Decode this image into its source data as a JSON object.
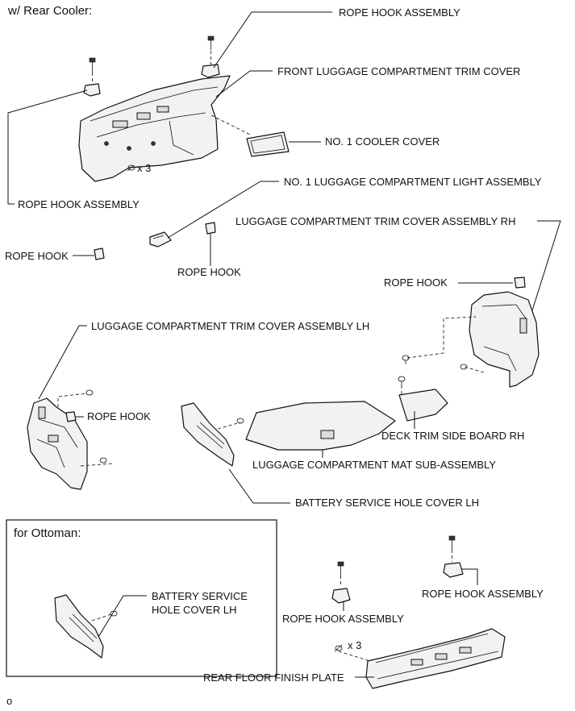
{
  "header": {
    "title": "w/ Rear Cooler:"
  },
  "inset": {
    "title": "for Ottoman:"
  },
  "labels": {
    "rope_hook_assembly_top": "ROPE HOOK ASSEMBLY",
    "front_luggage_trim_cover": "FRONT LUGGAGE COMPARTMENT TRIM COVER",
    "no1_cooler_cover": "NO. 1 COOLER COVER",
    "qty_x3_upper": "x 3",
    "rope_hook_assembly_left": "ROPE HOOK ASSEMBLY",
    "no1_light_assembly": "NO. 1 LUGGAGE COMPARTMENT LIGHT ASSEMBLY",
    "trim_cover_rh": "LUGGAGE COMPARTMENT TRIM COVER ASSEMBLY RH",
    "rope_hook_left": "ROPE HOOK",
    "rope_hook_center": "ROPE HOOK",
    "rope_hook_right": "ROPE HOOK",
    "trim_cover_lh": "LUGGAGE COMPARTMENT TRIM COVER ASSEMBLY LH",
    "rope_hook_lh": "ROPE HOOK",
    "deck_trim_side_board_rh": "DECK TRIM SIDE BOARD RH",
    "luggage_mat": "LUGGAGE COMPARTMENT MAT SUB-ASSEMBLY",
    "battery_cover_lh": "BATTERY SERVICE HOLE COVER LH",
    "inset_battery_line1": "BATTERY SERVICE",
    "inset_battery_line2": "HOLE COVER LH",
    "rope_hook_assembly_bottom_right": "ROPE HOOK ASSEMBLY",
    "rope_hook_assembly_bottom_center": "ROPE HOOK ASSEMBLY",
    "qty_x3_lower": "x 3",
    "rear_floor_finish_plate": "REAR FLOOR FINISH PLATE"
  },
  "footer": {
    "code": "o"
  }
}
